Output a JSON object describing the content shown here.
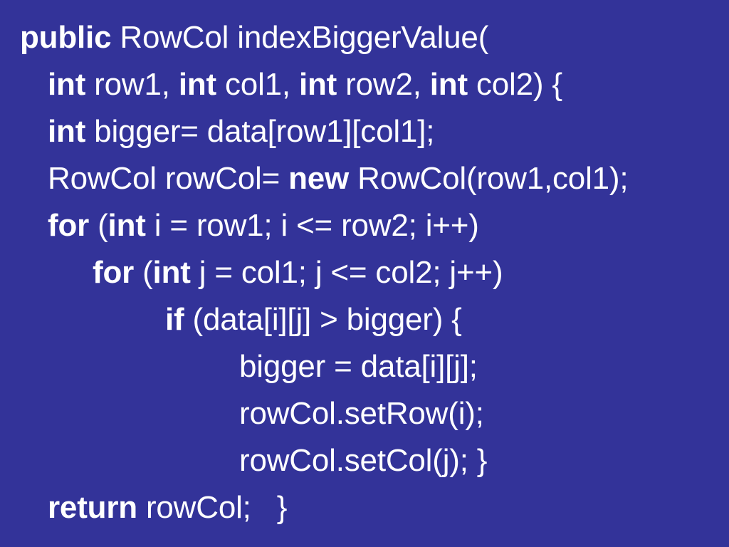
{
  "slide": {
    "background_color": "#333399",
    "text_color": "#ffffff",
    "lines": [
      {
        "indent": 0,
        "segments": [
          {
            "t": "public",
            "bold": true
          },
          {
            "t": " RowCol indexBiggerValue(",
            "bold": false
          }
        ]
      },
      {
        "indent": 1,
        "segments": [
          {
            "t": "int",
            "bold": true
          },
          {
            "t": " row1, ",
            "bold": false
          },
          {
            "t": "int",
            "bold": true
          },
          {
            "t": " col1, ",
            "bold": false
          },
          {
            "t": "int",
            "bold": true
          },
          {
            "t": " row2, ",
            "bold": false
          },
          {
            "t": "int",
            "bold": true
          },
          {
            "t": " col2) {",
            "bold": false
          }
        ]
      },
      {
        "indent": 1,
        "segments": [
          {
            "t": "int",
            "bold": true
          },
          {
            "t": " bigger= data[row1][col1];",
            "bold": false
          }
        ]
      },
      {
        "indent": 1,
        "segments": [
          {
            "t": "RowCol rowCol= ",
            "bold": false
          },
          {
            "t": "new",
            "bold": true
          },
          {
            "t": " RowCol(row1,col1);",
            "bold": false
          }
        ]
      },
      {
        "indent": 1,
        "segments": [
          {
            "t": "for",
            "bold": true
          },
          {
            "t": " (",
            "bold": false
          },
          {
            "t": "int",
            "bold": true
          },
          {
            "t": " i = row1; i <= row2; i++)",
            "bold": false
          }
        ]
      },
      {
        "indent": 2,
        "segments": [
          {
            "t": "for",
            "bold": true
          },
          {
            "t": " (",
            "bold": false
          },
          {
            "t": "int",
            "bold": true
          },
          {
            "t": " j = col1; j <= col2; j++)",
            "bold": false
          }
        ]
      },
      {
        "indent": 3,
        "segments": [
          {
            "t": "if",
            "bold": true
          },
          {
            "t": " (data[i][j] > bigger) {",
            "bold": false
          }
        ]
      },
      {
        "indent": 4,
        "segments": [
          {
            "t": "bigger = data[i][j];",
            "bold": false
          }
        ]
      },
      {
        "indent": 4,
        "segments": [
          {
            "t": "rowCol.setRow(i);",
            "bold": false
          }
        ]
      },
      {
        "indent": 4,
        "segments": [
          {
            "t": "rowCol.setCol(j); }",
            "bold": false
          }
        ]
      },
      {
        "indent": 1,
        "segments": [
          {
            "t": "return",
            "bold": true
          },
          {
            "t": " rowCol;   }",
            "bold": false
          }
        ]
      }
    ]
  }
}
